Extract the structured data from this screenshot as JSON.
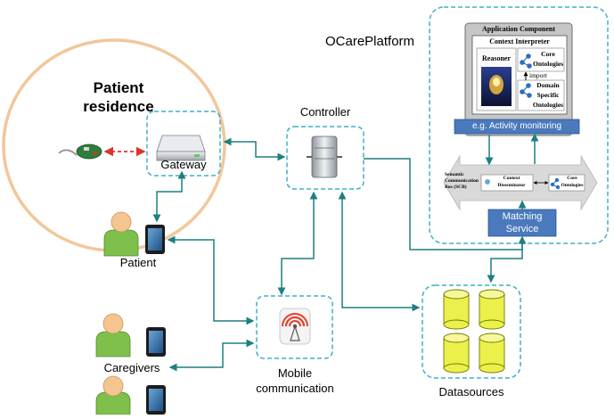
{
  "diagram": {
    "platform_title": "OCarePlatform",
    "application_component": "Application Component",
    "context_interpreter": "Context Interpreter",
    "reasoner": "Reasoner",
    "core_ontologies": "Core Ontologies",
    "import_label": "import",
    "domain_ontologies": "Domain Specific Ontologies",
    "activity_monitoring": "e.g. Activity monitoring",
    "scb_label": "Semantic Communication Bus (SCB)",
    "context_disseminator": "Context Disseminator",
    "bus_core_ontologies": "Core Ontologies",
    "matching_service": "Matching Service",
    "patient_residence": "Patient residence",
    "gateway": "Gateway",
    "controller": "Controller",
    "patient": "Patient",
    "caregivers": "Caregivers",
    "mobile_communication": "Mobile communication",
    "datasources": "Datasources"
  },
  "colors": {
    "dashed_box": "#3fb0c8",
    "arrow": "#1d7f82",
    "residence_ring": "#f2c79a",
    "bus_blue": "#4a79bd",
    "cylinder_fill": "#ecf04a",
    "person_body": "#7fc04c",
    "person_head": "#f4c58f",
    "sensor_link": "#d9342b"
  }
}
